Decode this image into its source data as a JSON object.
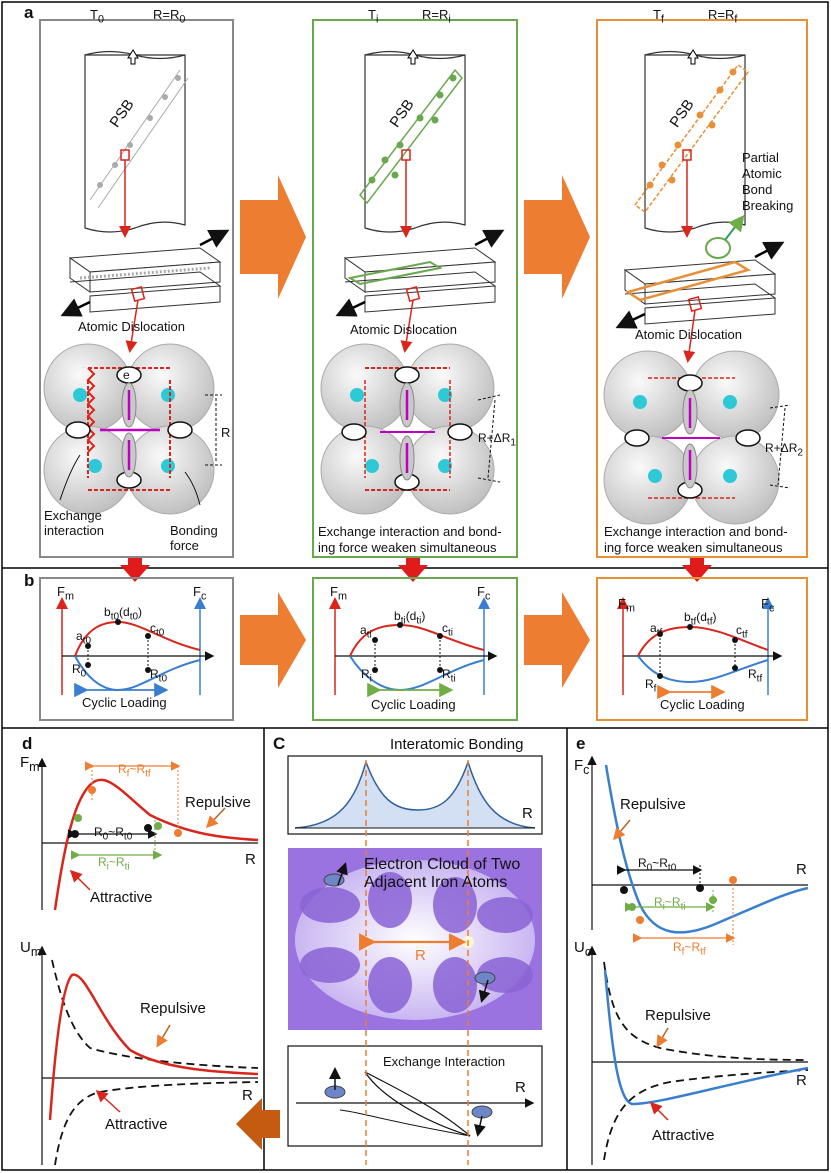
{
  "panel_letters": {
    "a": "a",
    "b": "b",
    "c": "C",
    "d": "d",
    "e": "e"
  },
  "columns": [
    {
      "temp": "T",
      "temp_sub": "0",
      "r_label": "R=R",
      "r_sub": "0",
      "psb": "PSB",
      "dislocation": "Atomic Dislocation",
      "spacing": "R",
      "caption1": "Exchange",
      "caption2": "interaction",
      "caption3": "Bonding",
      "caption4": "force",
      "accent": "#888888"
    },
    {
      "temp": "T",
      "temp_sub": "i",
      "r_label": "R=R",
      "r_sub": "i",
      "psb": "PSB",
      "dislocation": "Atomic Dislocation",
      "spacing": "R+ΔR",
      "spacing_sub": "1",
      "caption1": "Exchange interaction and bond-",
      "caption2": "ing force weaken simultaneous",
      "accent": "#6aa84f"
    },
    {
      "temp": "T",
      "temp_sub": "f",
      "r_label": "R=R",
      "r_sub": "f",
      "psb": "PSB",
      "dislocation": "Atomic Dislocation",
      "spacing": "R+ΔR",
      "spacing_sub": "2",
      "caption1": "Exchange interaction and bond-",
      "caption2": "ing force weaken simultaneous",
      "partial1": "Partial",
      "partial2": "Atomic",
      "partial3": "Bond",
      "partial4": "Breaking",
      "accent": "#e69138"
    }
  ],
  "electron_label": "e",
  "panel_b": [
    {
      "fm": "F",
      "fm_sub": "m",
      "fc": "F",
      "fc_sub": "c",
      "a": "a",
      "a_sub": "t0",
      "b": "b",
      "b_sub": "t0",
      "b_paren": "(d",
      "b_paren_sub": "t0",
      "b_close": ")",
      "c": "c",
      "c_sub": "t0",
      "r1": "R",
      "r1_sub": "0",
      "r2": "R",
      "r2_sub": "t0",
      "loading": "Cyclic Loading"
    },
    {
      "fm": "F",
      "fm_sub": "m",
      "fc": "F",
      "fc_sub": "c",
      "a": "a",
      "a_sub": "ti",
      "b": "b",
      "b_sub": "ti",
      "b_paren": "(d",
      "b_paren_sub": "ti",
      "b_close": ")",
      "c": "c",
      "c_sub": "ti",
      "r1": "R",
      "r1_sub": "i",
      "r2": "R",
      "r2_sub": "ti",
      "loading": "Cyclic Loading"
    },
    {
      "fm": "F",
      "fm_sub": "m",
      "fc": "F",
      "fc_sub": "c",
      "a": "a",
      "a_sub": "tf",
      "b": "b",
      "b_sub": "tf",
      "b_paren": "(d",
      "b_paren_sub": "tf",
      "b_close": ")",
      "c": "c",
      "c_sub": "tf",
      "r1": "R",
      "r1_sub": "f",
      "r2": "R",
      "r2_sub": "tf",
      "loading": "Cyclic Loading"
    }
  ],
  "panel_d": {
    "fm": "F",
    "fm_sub": "m",
    "um": "U",
    "um_sub": "m",
    "r": "R",
    "range1": "R",
    "range1_sub": "f",
    "range1_mid": "~R",
    "range1_sub2": "tf",
    "range2": "R",
    "range2_sub": "0",
    "range2_mid": "~R",
    "range2_sub2": "t0",
    "range3": "R",
    "range3_sub": "i",
    "range3_mid": "~R",
    "range3_sub2": "ti",
    "repulsive": "Repulsive",
    "attractive": "Attractive"
  },
  "panel_c": {
    "title": "Interatomic Bonding",
    "r": "R",
    "cloud1": "Electron Cloud of Two",
    "cloud2": "Adjacent Iron Atoms",
    "exchange": "Exchange Interaction"
  },
  "panel_e": {
    "fc": "F",
    "fc_sub": "c",
    "uc": "U",
    "uc_sub": "c",
    "r": "R",
    "range1": "R",
    "range1_sub": "0",
    "range1_mid": "~R",
    "range1_sub2": "t0",
    "range2": "R",
    "range2_sub": "i",
    "range2_mid": "~R",
    "range2_sub2": "ti",
    "range3": "R",
    "range3_sub": "f",
    "range3_mid": "~R",
    "range3_sub2": "tf",
    "repulsive": "Repulsive",
    "attractive": "Attractive"
  },
  "colors": {
    "red": "#d9261c",
    "blue": "#3a7fcf",
    "orange": "#ed7d31",
    "green": "#70ad47",
    "gray": "#999999",
    "purple": "#8f63d8"
  }
}
